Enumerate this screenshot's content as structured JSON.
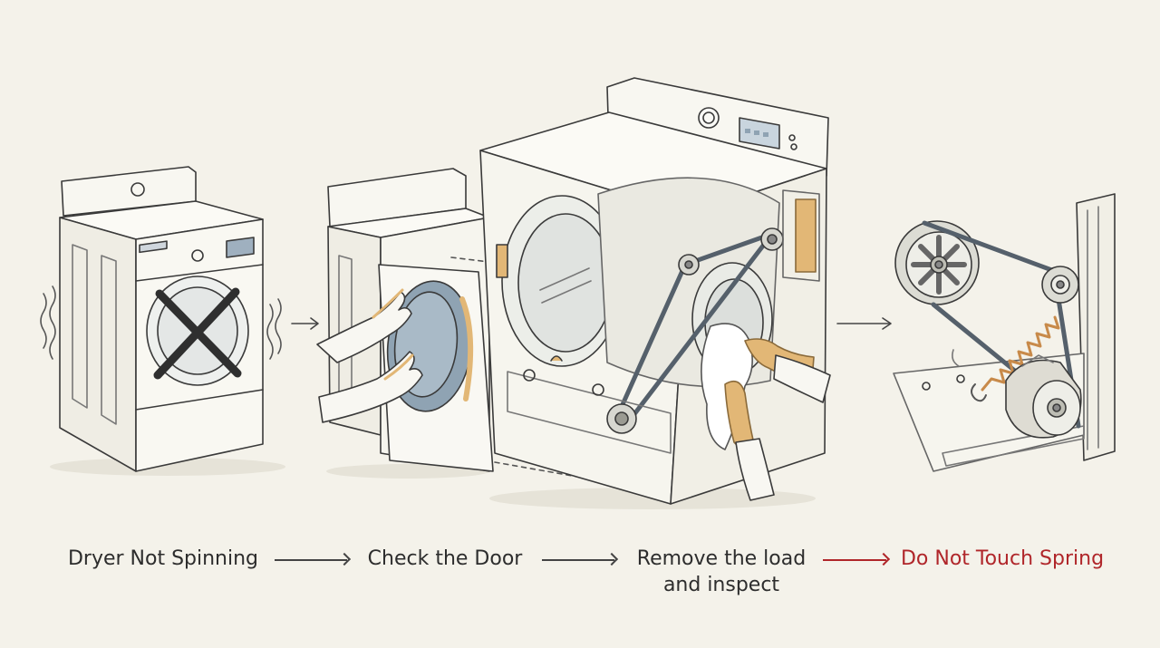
{
  "steps": [
    {
      "label": "Dryer Not Spinning"
    },
    {
      "label": "Check the Door"
    },
    {
      "label": "Remove the load\nand inspect"
    },
    {
      "label": "Do Not Touch Spring"
    }
  ],
  "colors": {
    "background": "#f4f2ea",
    "ink": "#3a3a3a",
    "warning": "#b0262a",
    "accent_blue": "#8fa3b3",
    "accent_tan": "#e2b776"
  },
  "icons": [
    "dryer-x-icon",
    "open-door-icon",
    "drum-belt-icon",
    "motor-spring-icon"
  ]
}
